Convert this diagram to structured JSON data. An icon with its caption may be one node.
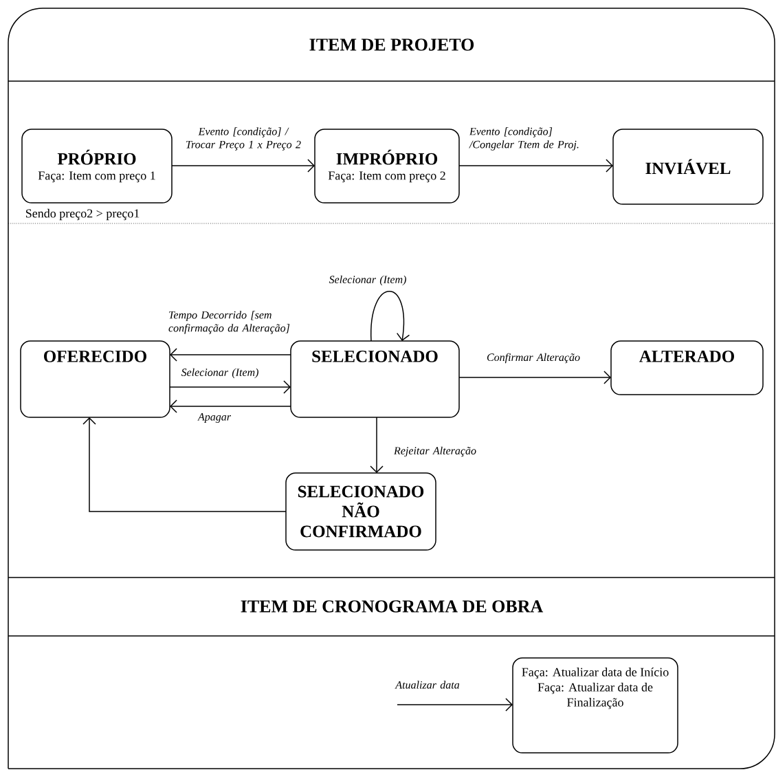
{
  "diagram": {
    "nodes": [
      {
        "text": [
          "PRÓPRIO",
          "Faça: Item com preço 1"
        ]
      },
      {
        "text": [
          "IMPRÓPRIO",
          "Faça: Item com preço 2"
        ]
      },
      {
        "text": [
          "INVIÁVEL"
        ]
      },
      {
        "text": [
          "OFERECIDO"
        ]
      },
      {
        "text": [
          "SELECIONADO"
        ]
      },
      {
        "text": [
          "ALTERADO"
        ]
      },
      {
        "text": [
          "SELECIONADO NÃO CONFIRMADO"
        ]
      },
      {
        "text": [
          "Faça: Atualizar data de Início",
          "Faça: Atualizar data de Finalização"
        ]
      }
    ],
    "edges": [
      {
        "from": 0,
        "to": 1,
        "arrow": "to",
        "label": "Evento [condição] / Trocar Preço 1 x Preço 2"
      },
      {
        "from": 1,
        "to": 2,
        "arrow": "to",
        "label": "Evento [condição] /Congelar Ttem de Proj."
      },
      {
        "from": 4,
        "to": 4,
        "arrow": "to",
        "label": "Selecionar (Item)"
      },
      {
        "from": 4,
        "to": 3,
        "arrow": "to",
        "label": "Tempo Decorrido [sem confirmação da Alteração]"
      },
      {
        "from": 3,
        "to": 4,
        "arrow": "to",
        "label": "Selecionar (Item)"
      },
      {
        "from": 4,
        "to": 3,
        "arrow": "to",
        "label": "Apagar"
      },
      {
        "from": 4,
        "to": 5,
        "arrow": "to",
        "label": "Confirmar Alteração"
      },
      {
        "from": 4,
        "to": 6,
        "arrow": "to",
        "label": "Rejeitar Alteração"
      },
      {
        "from": 6,
        "to": 3,
        "arrow": "to"
      },
      {
        "from": null,
        "to": 7,
        "arrow": "to",
        "label": "Atualizar data"
      }
    ],
    "labels": [
      "ITEM DE PROJETO",
      "Sendo preço2 > preço1",
      "ITEM DE CRONOGRAMA DE OBRA"
    ]
  }
}
